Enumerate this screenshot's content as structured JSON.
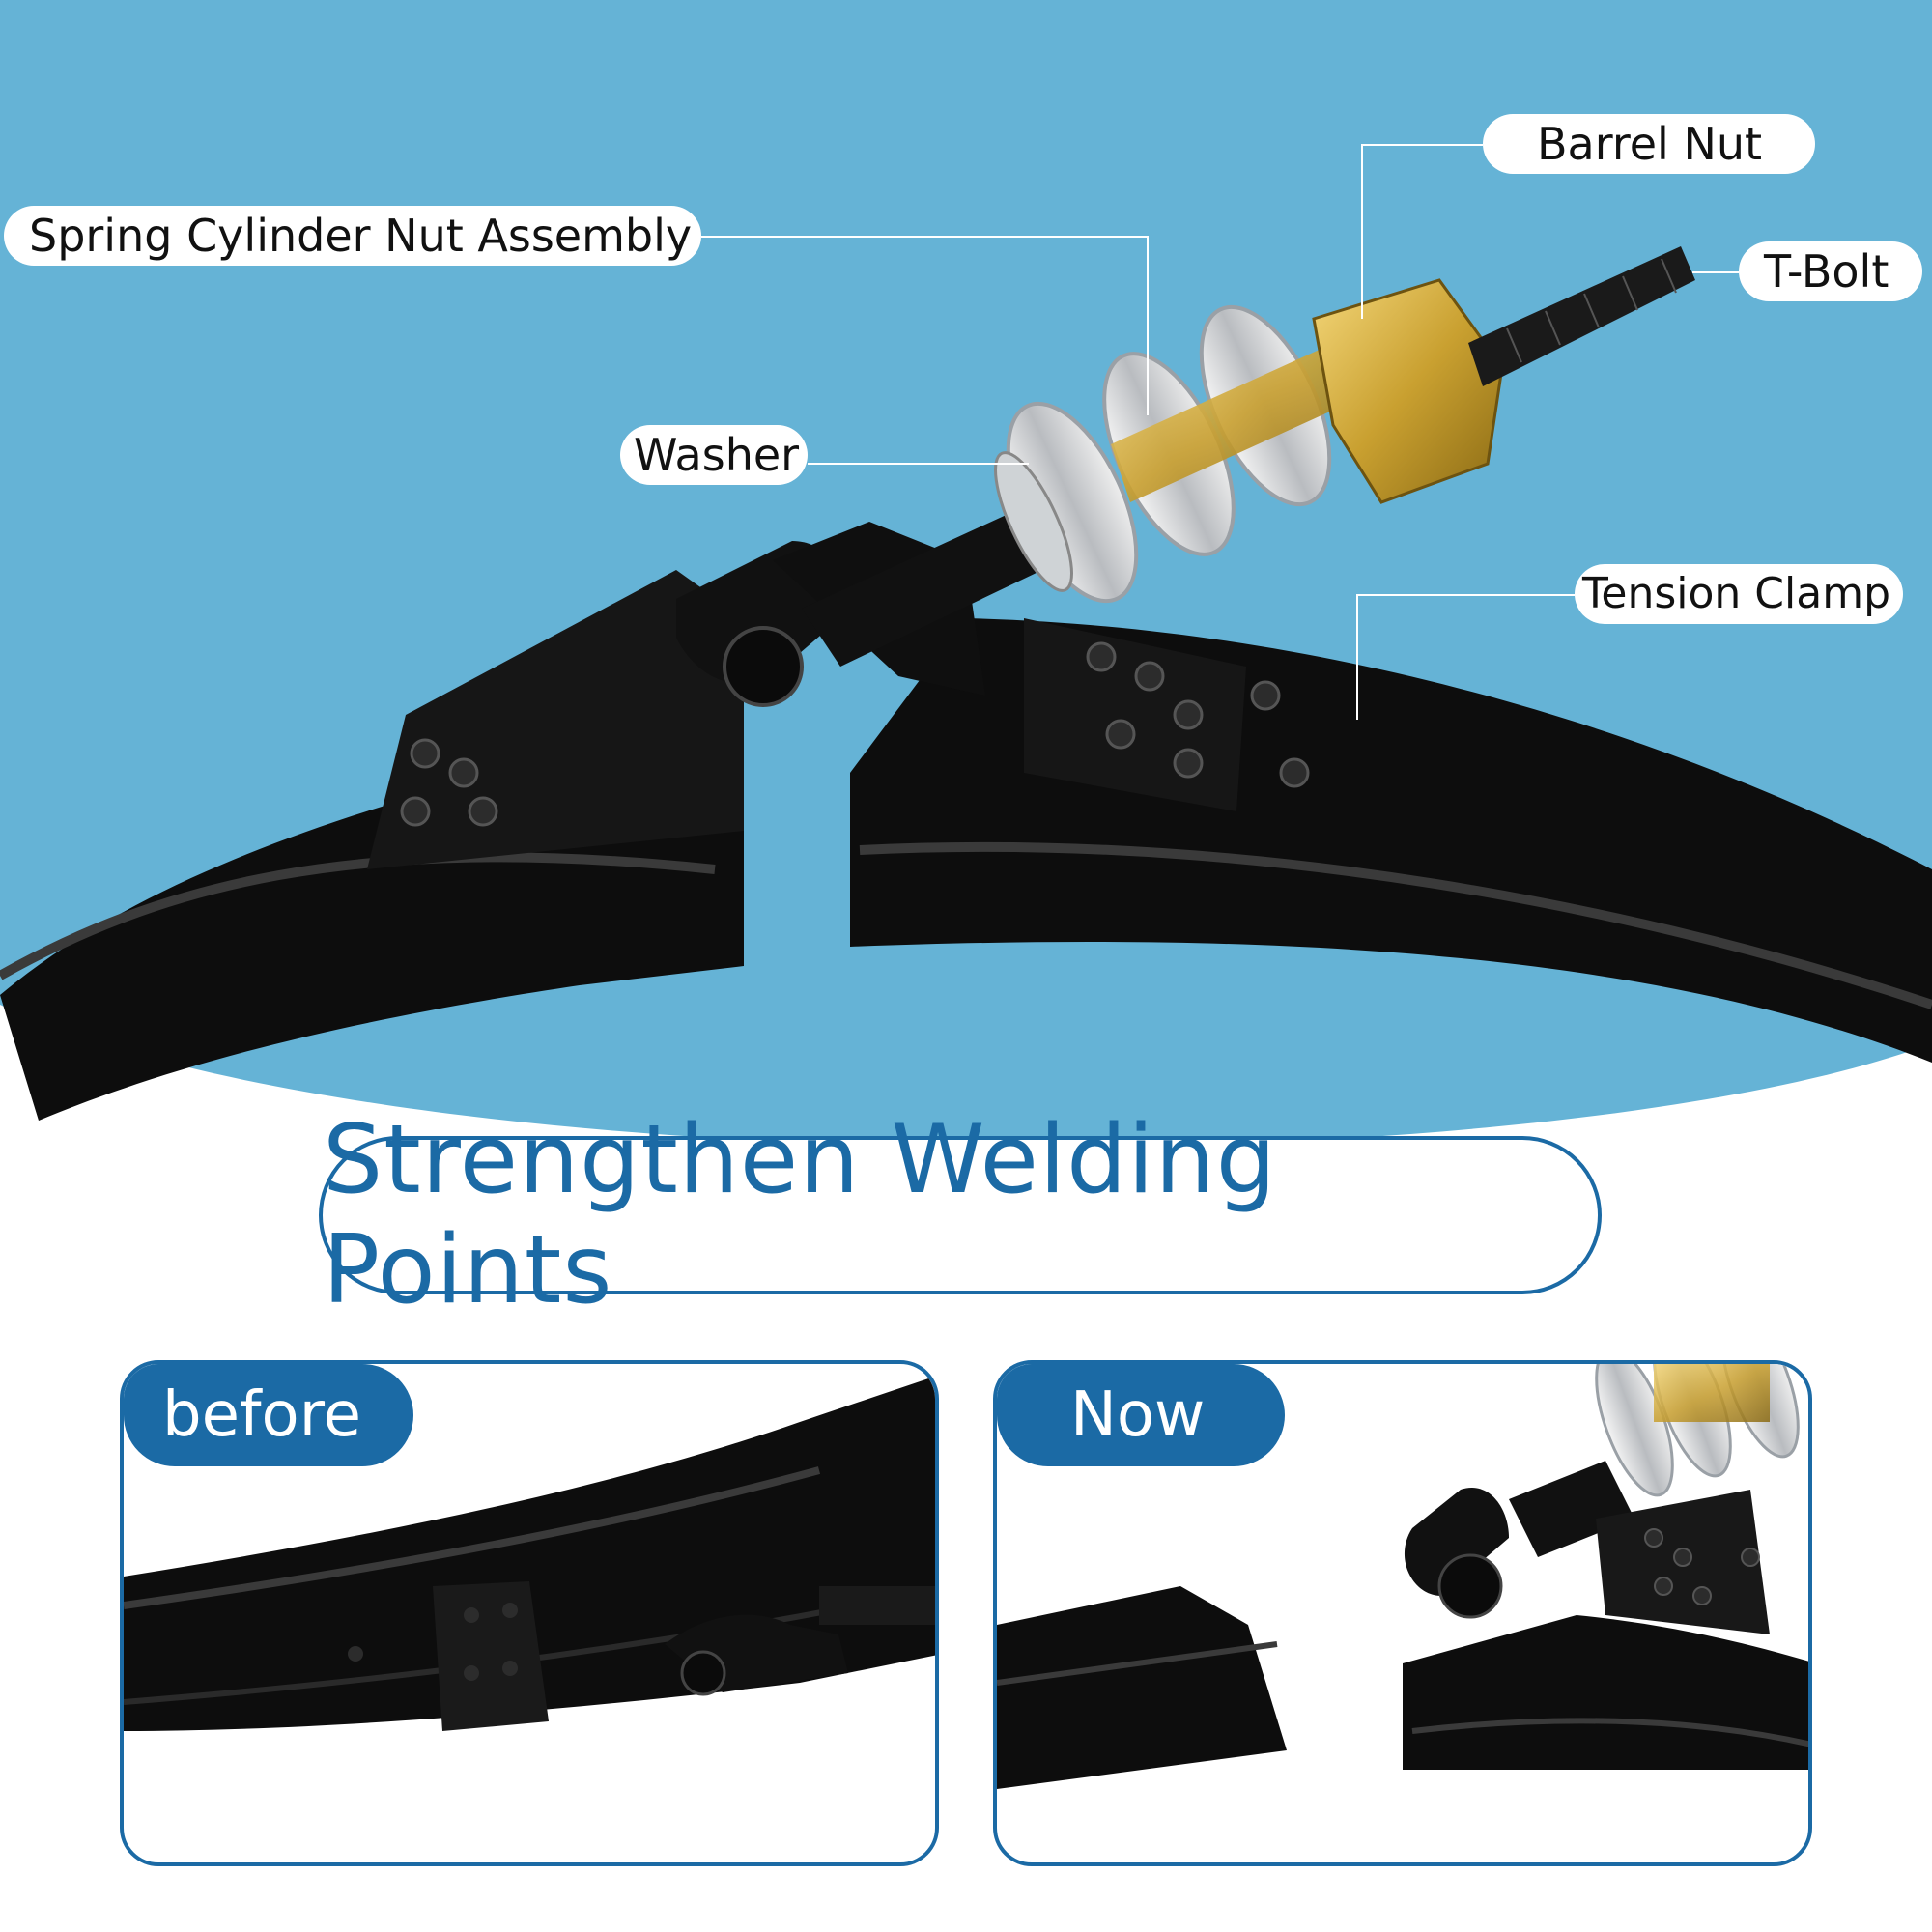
{
  "labels": {
    "barrel_nut": "Barrel Nut",
    "spring_cylinder": "Spring Cylinder Nut Assembly",
    "t_bolt": "T-Bolt",
    "washer": "Washer",
    "tension_clamp": "Tension Clamp"
  },
  "headline": "Strengthen Welding Points",
  "comparison": {
    "before_label": "before",
    "now_label": "Now"
  },
  "colors": {
    "background_blue": "#65b3d6",
    "accent_blue": "#1b6aa5",
    "clamp_black": "#0d0d0d",
    "brass": "#c9a030"
  }
}
